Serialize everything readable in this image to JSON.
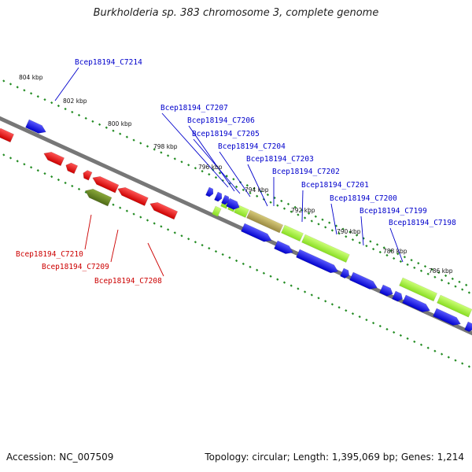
{
  "header": {
    "title": "Burkholderia sp. 383 chromosome 3, complete genome"
  },
  "footer": {
    "accession": "Accession: NC_007509",
    "summary": "Topology: circular; Length: 1,395,069 bp; Genes: 1,214"
  },
  "colors": {
    "backbone": "#808080",
    "forward_gene": "#1a1aee",
    "reverse_gene": "#ee1111",
    "reverse_highlight": "#6b8e23",
    "label_blue": "#0000cc",
    "label_red": "#cc0000",
    "lime_feature": "#99ee33",
    "olive_feature": "#b9a85a",
    "tick_mark": "#228b22"
  },
  "ticks": [
    "804 kbp",
    "802 kbp",
    "800 kbp",
    "798 kbp",
    "796 kbp",
    "794 kbp",
    "792 kbp",
    "790 kbp",
    "788 kbp",
    "786 kbp"
  ],
  "gene_labels_top": [
    "Bcep18194_C7214",
    "Bcep18194_C7207",
    "Bcep18194_C7206",
    "Bcep18194_C7205",
    "Bcep18194_C7204",
    "Bcep18194_C7203",
    "Bcep18194_C7202",
    "Bcep18194_C7201",
    "Bcep18194_C7200",
    "Bcep18194_C7199",
    "Bcep18194_C7198"
  ],
  "gene_labels_bottom": [
    "Bcep18194_C7210",
    "Bcep18194_C7209",
    "Bcep18194_C7208"
  ]
}
